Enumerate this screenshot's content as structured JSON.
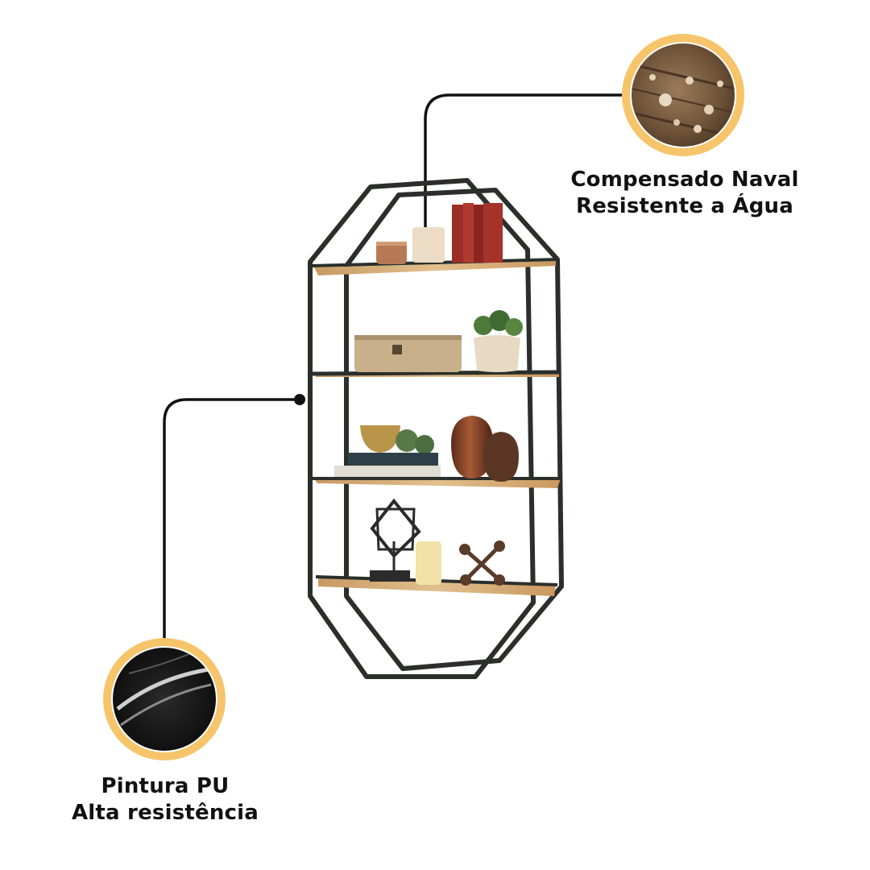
{
  "callouts": {
    "naval_plywood": {
      "line1": "Compensado Naval",
      "line2": "Resistente a Água"
    },
    "pu_paint": {
      "line1": "Pintura PU",
      "line2": "Alta resistência"
    }
  },
  "colors": {
    "frame": "#2b2f2b",
    "wood": "#d2ab78",
    "badge_ring": "#f6c46a",
    "text": "#111111"
  },
  "icons": {
    "top_badge": "wet-wood-droplets-icon",
    "bottom_badge": "glossy-black-paint-icon"
  }
}
